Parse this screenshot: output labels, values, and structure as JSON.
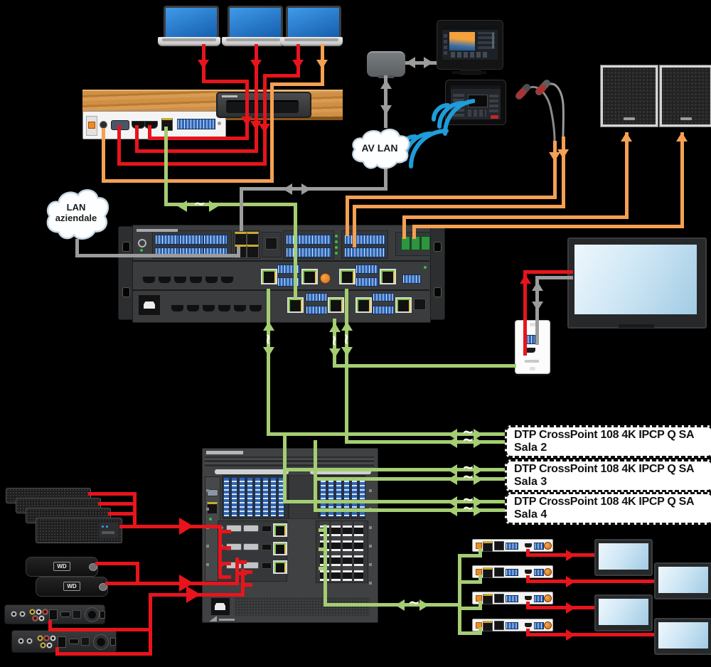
{
  "clouds": {
    "av_lan": "AV LAN",
    "corporate_lan_line1": "LAN",
    "corporate_lan_line2": "aziendale"
  },
  "remote_rooms": [
    {
      "title": "DTP CrossPoint 108 4K IPCP Q SA",
      "subtitle": "Sala 2"
    },
    {
      "title": "DTP CrossPoint 108 4K IPCP Q SA",
      "subtitle": "Sala 3"
    },
    {
      "title": "DTP CrossPoint 108 4K IPCP Q SA",
      "subtitle": "Sala 4"
    }
  ],
  "devices": {
    "wd_player_label": "WD"
  },
  "colors": {
    "video_cable": "#e8141c",
    "audio_cable": "#f5a052",
    "twisted_pair_cable": "#a5cd73",
    "network_cable": "#9c9c9c",
    "wifi_waves": "#1f9cd9"
  }
}
